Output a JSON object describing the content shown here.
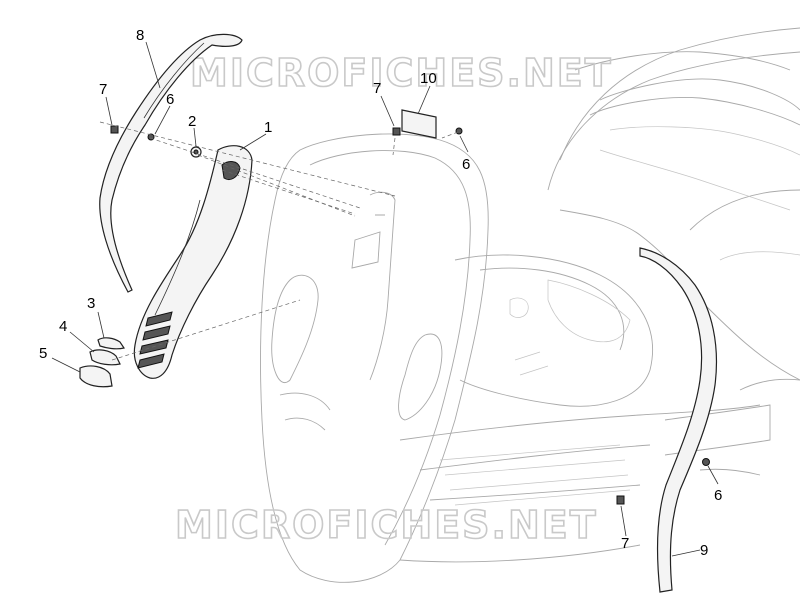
{
  "watermark": {
    "top": "MICROFICHES.NET",
    "bottom": "MICROFICHES.NET"
  },
  "callouts": [
    {
      "id": "c8",
      "label": "8"
    },
    {
      "id": "c7a",
      "label": "7"
    },
    {
      "id": "c6a",
      "label": "6"
    },
    {
      "id": "c2",
      "label": "2"
    },
    {
      "id": "c1",
      "label": "1"
    },
    {
      "id": "c7b",
      "label": "7"
    },
    {
      "id": "c10",
      "label": "10"
    },
    {
      "id": "c6b",
      "label": "6"
    },
    {
      "id": "c3",
      "label": "3"
    },
    {
      "id": "c4",
      "label": "4"
    },
    {
      "id": "c5",
      "label": "5"
    },
    {
      "id": "c6c",
      "label": "6"
    },
    {
      "id": "c7c",
      "label": "7"
    },
    {
      "id": "c9",
      "label": "9"
    }
  ]
}
